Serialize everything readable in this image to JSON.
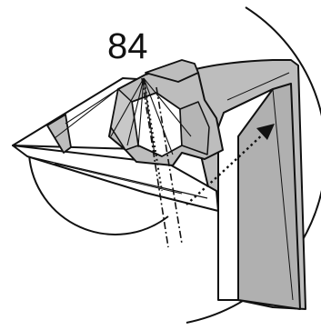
{
  "diagram": {
    "step_number": "84",
    "colors": {
      "paper_white": "#ffffff",
      "paper_gray": "#bdbdbd",
      "paper_dark_gray": "#a9a9a9",
      "line": "#111111"
    },
    "icons": {
      "fold_arrow": "dotted-curved-arrow",
      "hinge_lines": "dash-dot-lines"
    }
  }
}
